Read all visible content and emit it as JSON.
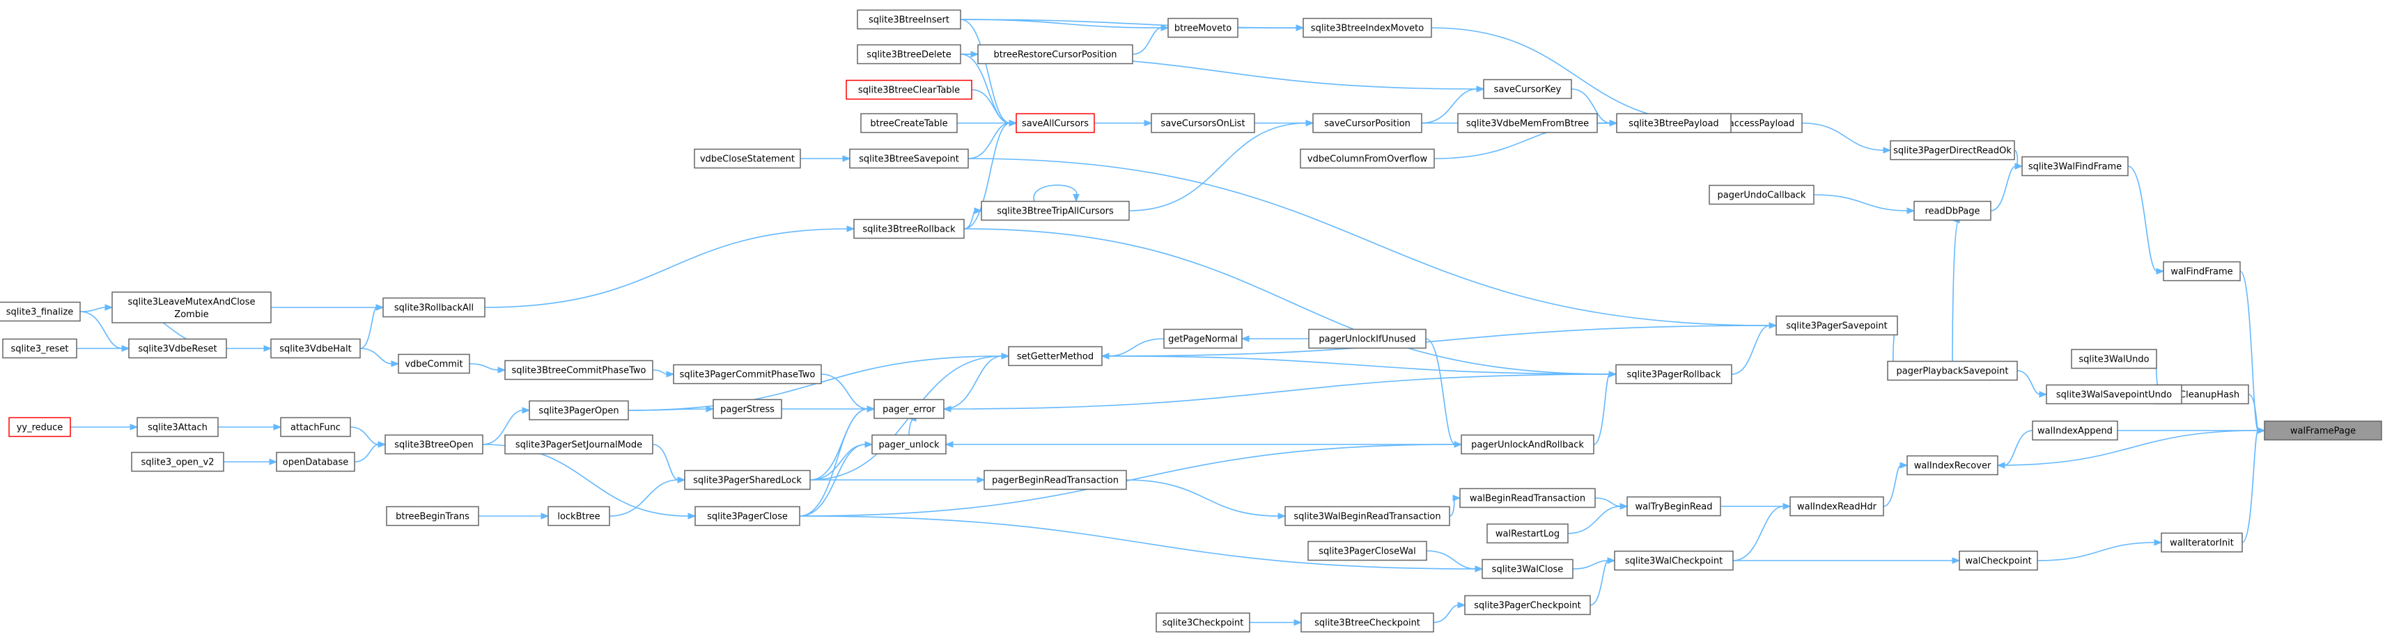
{
  "colors": {
    "edge": "#63b8ff",
    "node_border": "#666666",
    "node_fill": "#ffffff",
    "highlight_border": "#ff0000",
    "selected_fill": "#999999"
  },
  "nodes": [
    {
      "id": "walFramePage",
      "label": "walFramePage",
      "selected": true
    },
    {
      "id": "walFindFrame",
      "label": "walFindFrame"
    },
    {
      "id": "walCleanupHash",
      "label": "walCleanupHash"
    },
    {
      "id": "walIndexAppend",
      "label": "walIndexAppend"
    },
    {
      "id": "walIndexRecover",
      "label": "walIndexRecover"
    },
    {
      "id": "walIteratorInit",
      "label": "walIteratorInit"
    },
    {
      "id": "sqlite3WalFindFrame",
      "label": "sqlite3WalFindFrame"
    },
    {
      "id": "sqlite3PagerDirectReadOk",
      "label": "sqlite3PagerDirectReadOk"
    },
    {
      "id": "readDbPage",
      "label": "readDbPage"
    },
    {
      "id": "accessPayload",
      "label": "accessPayload"
    },
    {
      "id": "pagerUndoCallback",
      "label": "pagerUndoCallback"
    },
    {
      "id": "sqlite3BtreePayload",
      "label": "sqlite3BtreePayload"
    },
    {
      "id": "saveCursorKey",
      "label": "saveCursorKey"
    },
    {
      "id": "sqlite3VdbeMemFromBtree",
      "label": "sqlite3VdbeMemFromBtree"
    },
    {
      "id": "sqlite3BtreeIndexMoveto",
      "label": "sqlite3BtreeIndexMoveto"
    },
    {
      "id": "btreeMoveto",
      "label": "btreeMoveto"
    },
    {
      "id": "sqlite3BtreeInsert",
      "label": "sqlite3BtreeInsert"
    },
    {
      "id": "sqlite3BtreeDelete",
      "label": "sqlite3BtreeDelete"
    },
    {
      "id": "btreeRestoreCursorPosition",
      "label": "btreeRestoreCursorPosition"
    },
    {
      "id": "sqlite3BtreeClearTable",
      "label": "sqlite3BtreeClearTable",
      "red": true
    },
    {
      "id": "saveAllCursors",
      "label": "saveAllCursors",
      "red": true
    },
    {
      "id": "btreeCreateTable",
      "label": "btreeCreateTable"
    },
    {
      "id": "saveCursorsOnList",
      "label": "saveCursorsOnList"
    },
    {
      "id": "saveCursorPosition",
      "label": "saveCursorPosition"
    },
    {
      "id": "sqlite3BtreeSavepoint",
      "label": "sqlite3BtreeSavepoint"
    },
    {
      "id": "vdbeCloseStatement",
      "label": "vdbeCloseStatement"
    },
    {
      "id": "vdbeColumnFromOverflow",
      "label": "vdbeColumnFromOverflow"
    },
    {
      "id": "sqlite3BtreeTripAllCursors",
      "label": "sqlite3BtreeTripAllCursors"
    },
    {
      "id": "sqlite3BtreeRollback",
      "label": "sqlite3BtreeRollback"
    },
    {
      "id": "sqlite3RollbackAll",
      "label": "sqlite3RollbackAll"
    },
    {
      "id": "sqlite3LeaveMutexAndCloseZombie",
      "label": "sqlite3LeaveMutexAndClose",
      "label2": "Zombie"
    },
    {
      "id": "sqlite3_finalize",
      "label": "sqlite3_finalize"
    },
    {
      "id": "sqlite3VdbeReset",
      "label": "sqlite3VdbeReset"
    },
    {
      "id": "sqlite3_reset",
      "label": "sqlite3_reset"
    },
    {
      "id": "sqlite3VdbeHalt",
      "label": "sqlite3VdbeHalt"
    },
    {
      "id": "vdbeCommit",
      "label": "vdbeCommit"
    },
    {
      "id": "sqlite3BtreeCommitPhaseTwo",
      "label": "sqlite3BtreeCommitPhaseTwo"
    },
    {
      "id": "setGetterMethod",
      "label": "setGetterMethod"
    },
    {
      "id": "getPageNormal",
      "label": "getPageNormal"
    },
    {
      "id": "pagerUnlockIfUnused",
      "label": "pagerUnlockIfUnused"
    },
    {
      "id": "sqlite3PagerSavepoint",
      "label": "sqlite3PagerSavepoint"
    },
    {
      "id": "sqlite3PagerRollback",
      "label": "sqlite3PagerRollback"
    },
    {
      "id": "pagerPlaybackSavepoint",
      "label": "pagerPlaybackSavepoint"
    },
    {
      "id": "sqlite3WalSavepointUndo",
      "label": "sqlite3WalSavepointUndo"
    },
    {
      "id": "sqlite3WalUndo",
      "label": "sqlite3WalUndo"
    },
    {
      "id": "sqlite3PagerCommitPhaseTwo",
      "label": "sqlite3PagerCommitPhaseTwo"
    },
    {
      "id": "pager_error",
      "label": "pager_error"
    },
    {
      "id": "pagerStress",
      "label": "pagerStress"
    },
    {
      "id": "sqlite3PagerOpen",
      "label": "sqlite3PagerOpen"
    },
    {
      "id": "yy_reduce",
      "label": "yy_reduce",
      "red": true
    },
    {
      "id": "sqlite3Attach",
      "label": "sqlite3Attach"
    },
    {
      "id": "attachFunc",
      "label": "attachFunc"
    },
    {
      "id": "sqlite3BtreeOpen",
      "label": "sqlite3BtreeOpen"
    },
    {
      "id": "sqlite3_open_v2",
      "label": "sqlite3_open_v2"
    },
    {
      "id": "openDatabase",
      "label": "openDatabase"
    },
    {
      "id": "sqlite3PagerSetJournalMode",
      "label": "sqlite3PagerSetJournalMode"
    },
    {
      "id": "pager_unlock",
      "label": "pager_unlock"
    },
    {
      "id": "pagerUnlockAndRollback",
      "label": "pagerUnlockAndRollback"
    },
    {
      "id": "sqlite3PagerSharedLock",
      "label": "sqlite3PagerSharedLock"
    },
    {
      "id": "pagerBeginReadTransaction",
      "label": "pagerBeginReadTransaction"
    },
    {
      "id": "btreeBeginTrans",
      "label": "btreeBeginTrans"
    },
    {
      "id": "lockBtree",
      "label": "lockBtree"
    },
    {
      "id": "sqlite3PagerClose",
      "label": "sqlite3PagerClose"
    },
    {
      "id": "sqlite3WalBeginReadTransaction",
      "label": "sqlite3WalBeginReadTransaction"
    },
    {
      "id": "walBeginReadTransaction",
      "label": "walBeginReadTransaction"
    },
    {
      "id": "walTryBeginRead",
      "label": "walTryBeginRead"
    },
    {
      "id": "walIndexReadHdr",
      "label": "walIndexReadHdr"
    },
    {
      "id": "walRestartLog",
      "label": "walRestartLog"
    },
    {
      "id": "sqlite3PagerCloseWal",
      "label": "sqlite3PagerCloseWal"
    },
    {
      "id": "sqlite3WalClose",
      "label": "sqlite3WalClose"
    },
    {
      "id": "sqlite3WalCheckpoint",
      "label": "sqlite3WalCheckpoint"
    },
    {
      "id": "walCheckpoint",
      "label": "walCheckpoint"
    },
    {
      "id": "sqlite3PagerCheckpoint",
      "label": "sqlite3PagerCheckpoint"
    },
    {
      "id": "sqlite3BtreeCheckpoint",
      "label": "sqlite3BtreeCheckpoint"
    },
    {
      "id": "sqlite3Checkpoint",
      "label": "sqlite3Checkpoint"
    }
  ],
  "edges": [
    [
      "walFindFrame",
      "walFramePage"
    ],
    [
      "walCleanupHash",
      "walFramePage"
    ],
    [
      "walIndexAppend",
      "walFramePage"
    ],
    [
      "walIndexRecover",
      "walFramePage"
    ],
    [
      "walIteratorInit",
      "walFramePage"
    ],
    [
      "sqlite3WalFindFrame",
      "walFindFrame"
    ],
    [
      "sqlite3PagerDirectReadOk",
      "sqlite3WalFindFrame"
    ],
    [
      "readDbPage",
      "sqlite3WalFindFrame"
    ],
    [
      "accessPayload",
      "sqlite3PagerDirectReadOk"
    ],
    [
      "pagerUndoCallback",
      "readDbPage"
    ],
    [
      "sqlite3BtreePayload",
      "accessPayload"
    ],
    [
      "sqlite3BtreeIndexMoveto",
      "accessPayload"
    ],
    [
      "saveCursorKey",
      "sqlite3BtreePayload"
    ],
    [
      "sqlite3VdbeMemFromBtree",
      "sqlite3BtreePayload"
    ],
    [
      "vdbeColumnFromOverflow",
      "sqlite3BtreePayload"
    ],
    [
      "saveCursorPosition",
      "saveCursorKey"
    ],
    [
      "saveCursorPosition",
      "sqlite3BtreePayload"
    ],
    [
      "btreeMoveto",
      "sqlite3BtreeIndexMoveto"
    ],
    [
      "sqlite3BtreeInsert",
      "sqlite3BtreeIndexMoveto"
    ],
    [
      "sqlite3BtreeInsert",
      "btreeMoveto"
    ],
    [
      "btreeRestoreCursorPosition",
      "btreeMoveto"
    ],
    [
      "sqlite3BtreeDelete",
      "btreeRestoreCursorPosition"
    ],
    [
      "sqlite3BtreeDelete",
      "saveCursorKey"
    ],
    [
      "sqlite3BtreeInsert",
      "saveAllCursors"
    ],
    [
      "sqlite3BtreeDelete",
      "saveAllCursors"
    ],
    [
      "sqlite3BtreeClearTable",
      "saveAllCursors"
    ],
    [
      "btreeCreateTable",
      "saveAllCursors"
    ],
    [
      "sqlite3BtreeSavepoint",
      "saveAllCursors"
    ],
    [
      "sqlite3BtreeRollback",
      "saveAllCursors"
    ],
    [
      "saveAllCursors",
      "saveCursorsOnList"
    ],
    [
      "saveCursorsOnList",
      "saveCursorPosition"
    ],
    [
      "vdbeCloseStatement",
      "sqlite3BtreeSavepoint"
    ],
    [
      "sqlite3BtreeSavepoint",
      "sqlite3PagerSavepoint"
    ],
    [
      "sqlite3BtreeTripAllCursors",
      "saveCursorPosition"
    ],
    [
      "sqlite3BtreeTripAllCursors",
      "sqlite3BtreeTripAllCursors"
    ],
    [
      "sqlite3BtreeRollback",
      "sqlite3BtreeTripAllCursors"
    ],
    [
      "sqlite3BtreeRollback",
      "sqlite3PagerRollback"
    ],
    [
      "sqlite3RollbackAll",
      "sqlite3BtreeRollback"
    ],
    [
      "sqlite3LeaveMutexAndCloseZombie",
      "sqlite3RollbackAll"
    ],
    [
      "sqlite3_finalize",
      "sqlite3LeaveMutexAndCloseZombie"
    ],
    [
      "sqlite3_finalize",
      "sqlite3VdbeReset"
    ],
    [
      "sqlite3_reset",
      "sqlite3VdbeReset"
    ],
    [
      "sqlite3VdbeReset",
      "sqlite3LeaveMutexAndCloseZombie"
    ],
    [
      "sqlite3VdbeReset",
      "sqlite3VdbeHalt"
    ],
    [
      "sqlite3VdbeHalt",
      "sqlite3RollbackAll"
    ],
    [
      "sqlite3VdbeHalt",
      "vdbeCommit"
    ],
    [
      "vdbeCommit",
      "sqlite3BtreeCommitPhaseTwo"
    ],
    [
      "sqlite3BtreeCommitPhaseTwo",
      "sqlite3PagerCommitPhaseTwo"
    ],
    [
      "sqlite3PagerCommitPhaseTwo",
      "pager_error"
    ],
    [
      "getPageNormal",
      "setGetterMethod"
    ],
    [
      "pagerUnlockIfUnused",
      "getPageNormal"
    ],
    [
      "sqlite3PagerSavepoint",
      "setGetterMethod"
    ],
    [
      "sqlite3PagerRollback",
      "setGetterMethod"
    ],
    [
      "sqlite3PagerRollback",
      "sqlite3PagerSavepoint"
    ],
    [
      "sqlite3PagerRollback",
      "pager_error"
    ],
    [
      "sqlite3PagerSavepoint",
      "pagerPlaybackSavepoint"
    ],
    [
      "pagerPlaybackSavepoint",
      "readDbPage"
    ],
    [
      "pagerPlaybackSavepoint",
      "sqlite3WalSavepointUndo"
    ],
    [
      "sqlite3WalSavepointUndo",
      "walCleanupHash"
    ],
    [
      "sqlite3WalUndo",
      "walCleanupHash"
    ],
    [
      "pager_error",
      "setGetterMethod"
    ],
    [
      "pagerStress",
      "pager_error"
    ],
    [
      "sqlite3PagerOpen",
      "pagerStress"
    ],
    [
      "sqlite3PagerOpen",
      "setGetterMethod"
    ],
    [
      "sqlite3BtreeOpen",
      "sqlite3PagerOpen"
    ],
    [
      "yy_reduce",
      "sqlite3Attach"
    ],
    [
      "sqlite3Attach",
      "attachFunc"
    ],
    [
      "attachFunc",
      "sqlite3BtreeOpen"
    ],
    [
      "sqlite3_open_v2",
      "openDatabase"
    ],
    [
      "openDatabase",
      "sqlite3BtreeOpen"
    ],
    [
      "sqlite3BtreeOpen",
      "sqlite3PagerClose"
    ],
    [
      "sqlite3PagerSetJournalMode",
      "sqlite3PagerSharedLock"
    ],
    [
      "pager_unlock",
      "pager_error"
    ],
    [
      "pagerUnlockAndRollback",
      "pager_unlock"
    ],
    [
      "pagerUnlockAndRollback",
      "sqlite3PagerRollback"
    ],
    [
      "pagerUnlockIfUnused",
      "pagerUnlockAndRollback"
    ],
    [
      "sqlite3PagerSharedLock",
      "pager_unlock"
    ],
    [
      "sqlite3PagerSharedLock",
      "pager_error"
    ],
    [
      "sqlite3PagerSharedLock",
      "setGetterMethod"
    ],
    [
      "sqlite3PagerSharedLock",
      "pagerBeginReadTransaction"
    ],
    [
      "btreeBeginTrans",
      "lockBtree"
    ],
    [
      "lockBtree",
      "sqlite3PagerSharedLock"
    ],
    [
      "sqlite3PagerClose",
      "pager_unlock"
    ],
    [
      "sqlite3PagerClose",
      "pager_error"
    ],
    [
      "sqlite3PagerClose",
      "pagerUnlockAndRollback"
    ],
    [
      "sqlite3PagerClose",
      "sqlite3WalClose"
    ],
    [
      "pagerBeginReadTransaction",
      "sqlite3WalBeginReadTransaction"
    ],
    [
      "sqlite3WalBeginReadTransaction",
      "walBeginReadTransaction"
    ],
    [
      "walBeginReadTransaction",
      "walTryBeginRead"
    ],
    [
      "walRestartLog",
      "walTryBeginRead"
    ],
    [
      "walTryBeginRead",
      "walIndexReadHdr"
    ],
    [
      "walIndexReadHdr",
      "walIndexRecover"
    ],
    [
      "sqlite3PagerCloseWal",
      "sqlite3WalClose"
    ],
    [
      "sqlite3WalClose",
      "sqlite3WalCheckpoint"
    ],
    [
      "sqlite3WalCheckpoint",
      "walIndexReadHdr"
    ],
    [
      "sqlite3WalCheckpoint",
      "walCheckpoint"
    ],
    [
      "walCheckpoint",
      "walIteratorInit"
    ],
    [
      "sqlite3PagerCheckpoint",
      "sqlite3WalCheckpoint"
    ],
    [
      "sqlite3BtreeCheckpoint",
      "sqlite3PagerCheckpoint"
    ],
    [
      "sqlite3Checkpoint",
      "sqlite3BtreeCheckpoint"
    ],
    [
      "walIndexAppend",
      "walIndexRecover"
    ]
  ]
}
